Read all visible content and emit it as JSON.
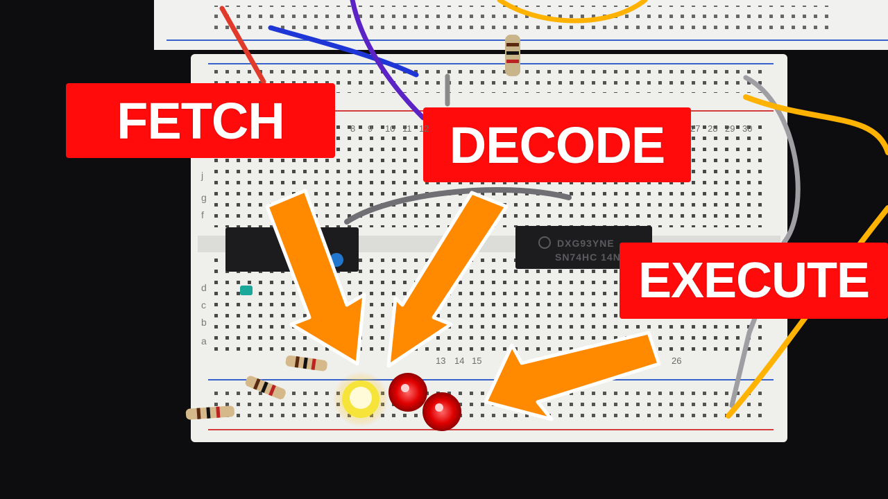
{
  "labels": {
    "fetch": "FETCH",
    "decode": "DECODE",
    "execute": "EXECUTE"
  },
  "chip": {
    "line1": "DXG93YNE",
    "line2": "SN74HC 14N"
  },
  "breadboard_numbers": [
    "8",
    "9",
    "10",
    "11",
    "12",
    "13",
    "14",
    "15",
    "26",
    "27",
    "28",
    "29",
    "30"
  ],
  "colors": {
    "label_bg": "#ff0b0b",
    "label_text": "#ffffff",
    "arrow": "#ff8a00",
    "led_red": "#e00000",
    "led_yellow": "#fff36a",
    "wire_blue": "#1e36d6",
    "wire_purple": "#5b22c6",
    "wire_yellow": "#ffb300",
    "wire_red": "#e23a2a"
  },
  "leds": [
    {
      "color": "yellow",
      "lit": true
    },
    {
      "color": "red",
      "lit": true
    },
    {
      "color": "red",
      "lit": true
    }
  ]
}
